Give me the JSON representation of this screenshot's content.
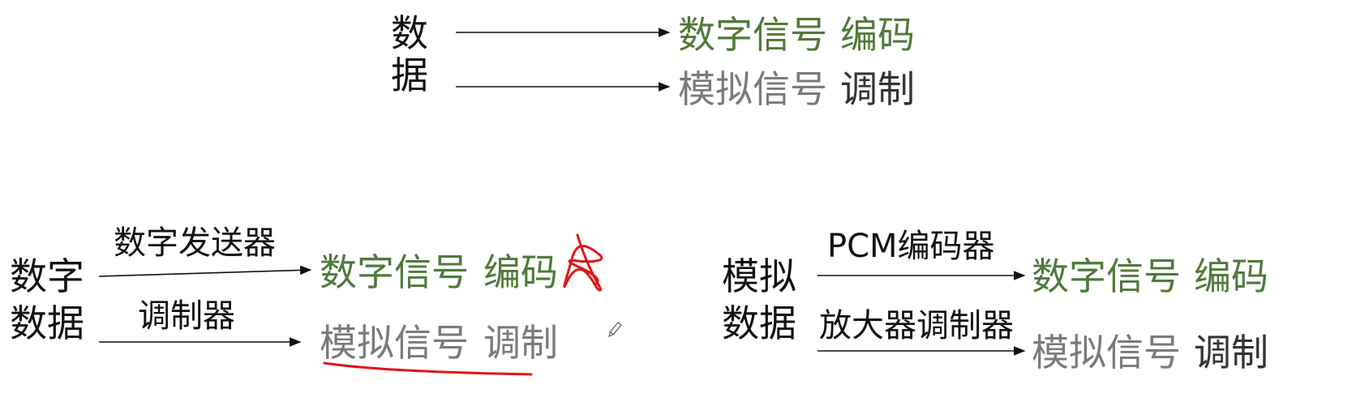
{
  "top": {
    "source": [
      "数",
      "据"
    ],
    "digital_signal": "数字信号",
    "digital_method": "编码",
    "analog_signal": "模拟信号",
    "analog_method": "调制"
  },
  "bottom_left": {
    "source_line1": "数字",
    "source_line2": "数据",
    "upper_device": "数字发送器",
    "lower_device": "调制器",
    "digital_signal": "数字信号",
    "digital_method": "编码",
    "analog_signal": "模拟信号",
    "analog_method": "调制"
  },
  "bottom_right": {
    "source_line1": "模拟",
    "source_line2": "数据",
    "upper_device": "PCM编码器",
    "lower_device": "放大器调制器",
    "digital_signal": "数字信号",
    "digital_method": "编码",
    "analog_signal": "模拟信号",
    "analog_method": "调制"
  },
  "colors": {
    "digital": "#4e7a3a",
    "analog": "#7a7a7a",
    "annotation": "#e0161c"
  }
}
